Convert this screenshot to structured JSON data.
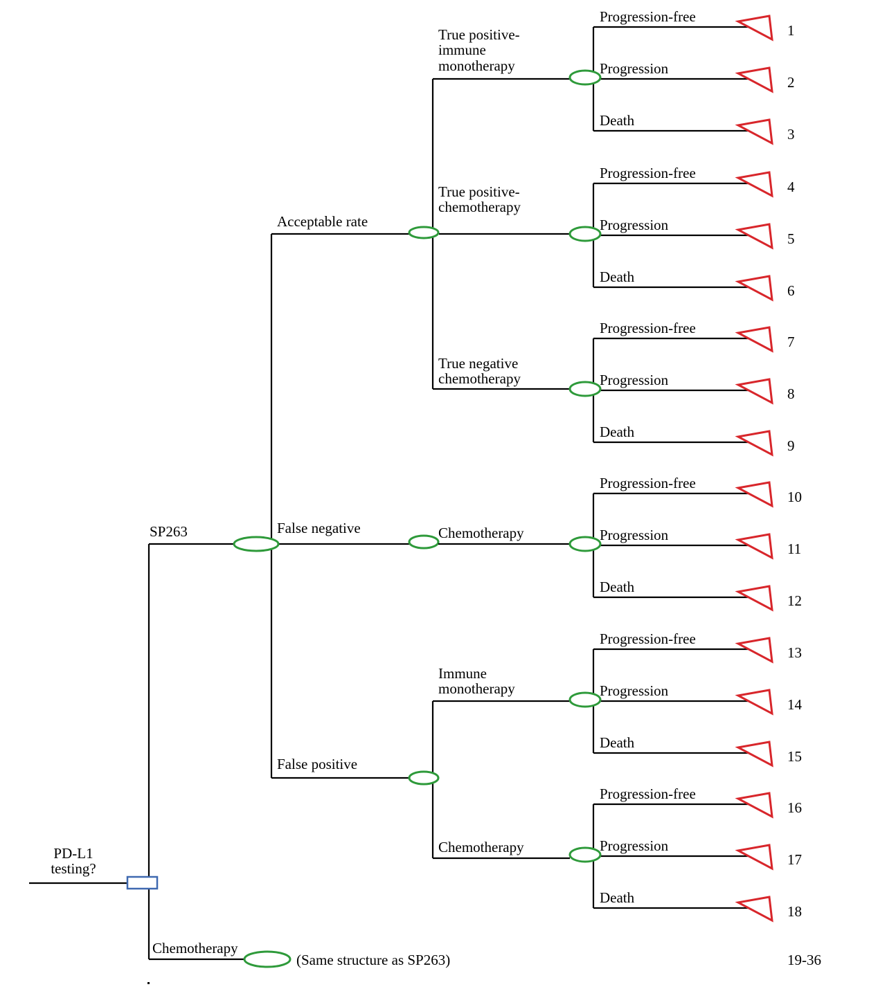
{
  "root": {
    "label_line1": "PD-L1",
    "label_line2": "testing?"
  },
  "branches": {
    "sp263": "SP263",
    "chemotherapy": "Chemotherapy",
    "same_structure_note": "(Same structure as SP263)",
    "acceptable_rate": "Acceptable rate",
    "false_negative": "False negative",
    "false_positive": "False positive",
    "tp_immune": [
      "True positive-",
      "immune",
      "monotherapy"
    ],
    "tp_chemo": [
      "True positive-",
      "chemotherapy"
    ],
    "tn_chemo": [
      "True negative",
      "chemotherapy"
    ],
    "fn_chemo": "Chemotherapy",
    "fp_immune": [
      "Immune",
      "monotherapy"
    ],
    "fp_chemo": "Chemotherapy"
  },
  "outcomes": [
    "Progression-free",
    "Progression",
    "Death"
  ],
  "terminal_numbers": [
    "1",
    "2",
    "3",
    "4",
    "5",
    "6",
    "7",
    "8",
    "9",
    "10",
    "11",
    "12",
    "13",
    "14",
    "15",
    "16",
    "17",
    "18"
  ],
  "chemo_range": "19-36",
  "colors": {
    "chance_node": "#2e9a3a",
    "decision_node": "#3f69b0",
    "terminal_node": "#d8262b",
    "line": "#000000"
  }
}
